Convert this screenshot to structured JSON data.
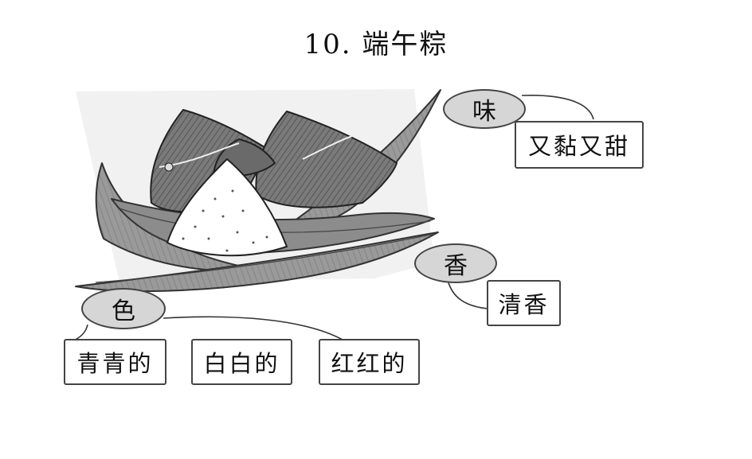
{
  "title": "10.  端午粽",
  "illustration": {
    "subject": "zongzi-on-bamboo-leaves"
  },
  "categories": {
    "taste": {
      "label": "味",
      "words": [
        "又黏又甜"
      ]
    },
    "smell": {
      "label": "香",
      "words": [
        "清香"
      ]
    },
    "color": {
      "label": "色",
      "words": [
        "青青的",
        "白白的",
        "红红的"
      ]
    }
  }
}
